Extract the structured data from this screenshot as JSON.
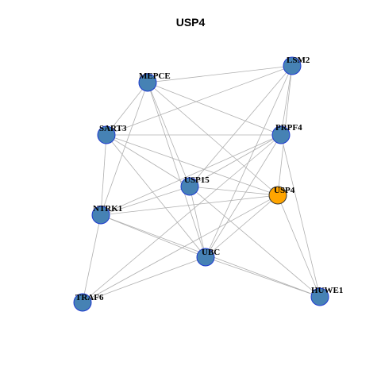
{
  "title": "USP4",
  "colors": {
    "node_default": "#4682B4",
    "node_border": "#1E3AD0",
    "node_highlight": "#FFA500",
    "node_highlight_border": "#333333",
    "edge": "#B0B0B0"
  },
  "nodes": [
    {
      "id": "LSM2",
      "label": "LSM2",
      "highlight": false
    },
    {
      "id": "MEPCE",
      "label": "MEPCE",
      "highlight": false
    },
    {
      "id": "SART3",
      "label": "SART3",
      "highlight": false
    },
    {
      "id": "PRPF4",
      "label": "PRPF4",
      "highlight": false
    },
    {
      "id": "USP15",
      "label": "USP15",
      "highlight": false
    },
    {
      "id": "USP4",
      "label": "USP4",
      "highlight": true
    },
    {
      "id": "NTRK1",
      "label": "NTRK1",
      "highlight": false
    },
    {
      "id": "UBC",
      "label": "UBC",
      "highlight": false
    },
    {
      "id": "TRAF6",
      "label": "TRAF6",
      "highlight": false
    },
    {
      "id": "HUWE1",
      "label": "HUWE1",
      "highlight": false
    }
  ],
  "edges": [
    [
      "LSM2",
      "MEPCE"
    ],
    [
      "LSM2",
      "SART3"
    ],
    [
      "LSM2",
      "PRPF4"
    ],
    [
      "LSM2",
      "USP4"
    ],
    [
      "LSM2",
      "USP15"
    ],
    [
      "LSM2",
      "UBC"
    ],
    [
      "MEPCE",
      "SART3"
    ],
    [
      "MEPCE",
      "PRPF4"
    ],
    [
      "MEPCE",
      "USP15"
    ],
    [
      "MEPCE",
      "USP4"
    ],
    [
      "MEPCE",
      "NTRK1"
    ],
    [
      "SART3",
      "PRPF4"
    ],
    [
      "SART3",
      "USP15"
    ],
    [
      "SART3",
      "NTRK1"
    ],
    [
      "SART3",
      "UBC"
    ],
    [
      "SART3",
      "USP4"
    ],
    [
      "PRPF4",
      "USP15"
    ],
    [
      "PRPF4",
      "NTRK1"
    ],
    [
      "PRPF4",
      "UBC"
    ],
    [
      "PRPF4",
      "HUWE1"
    ],
    [
      "PRPF4",
      "TRAF6"
    ],
    [
      "USP15",
      "USP4"
    ],
    [
      "USP15",
      "NTRK1"
    ],
    [
      "USP15",
      "UBC"
    ],
    [
      "USP15",
      "HUWE1"
    ],
    [
      "USP4",
      "NTRK1"
    ],
    [
      "USP4",
      "UBC"
    ],
    [
      "USP4",
      "TRAF6"
    ],
    [
      "USP4",
      "HUWE1"
    ],
    [
      "NTRK1",
      "UBC"
    ],
    [
      "NTRK1",
      "HUWE1"
    ],
    [
      "NTRK1",
      "TRAF6"
    ],
    [
      "UBC",
      "TRAF6"
    ],
    [
      "UBC",
      "HUWE1"
    ],
    [
      "MEPCE",
      "UBC"
    ]
  ]
}
